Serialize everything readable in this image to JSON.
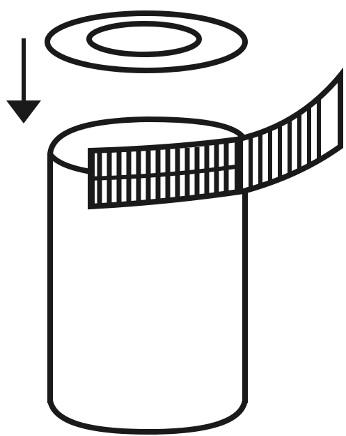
{
  "diagram": {
    "type": "line-illustration",
    "elements": [
      "lid-ring",
      "down-arrow",
      "cylinder-container",
      "wrap-band"
    ],
    "colors": {
      "stroke": "#1a1a1a",
      "background": "#ffffff"
    },
    "band_stripe_count": 22
  }
}
